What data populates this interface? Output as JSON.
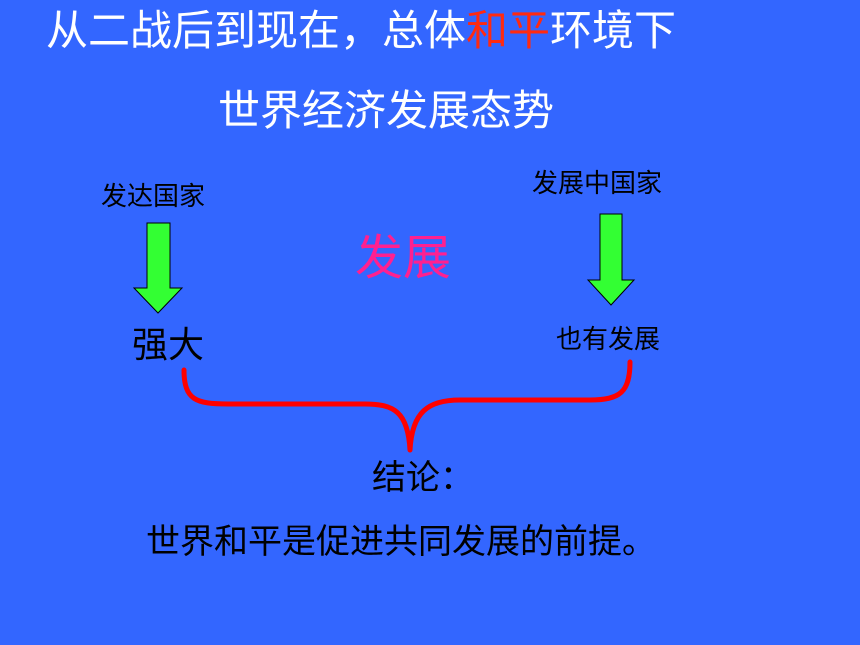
{
  "title": {
    "line1_before": "从二战后到现在，总体",
    "line1_highlight": "和平",
    "line1_after": "环境下",
    "line2": "世界经济发展态势"
  },
  "left": {
    "label": "发达国家",
    "result": "强大"
  },
  "right": {
    "label": "发展中国家",
    "result": "也有发展"
  },
  "center_word": "发展",
  "conclusion": {
    "heading": "结论：",
    "text": "世界和平是促进共同发展的前提。"
  },
  "colors": {
    "background": "#3366ff",
    "highlight": "#ff2a10",
    "center_word": "#ff2090",
    "arrow_fill": "#33ff33",
    "brace": "#ff0000"
  }
}
